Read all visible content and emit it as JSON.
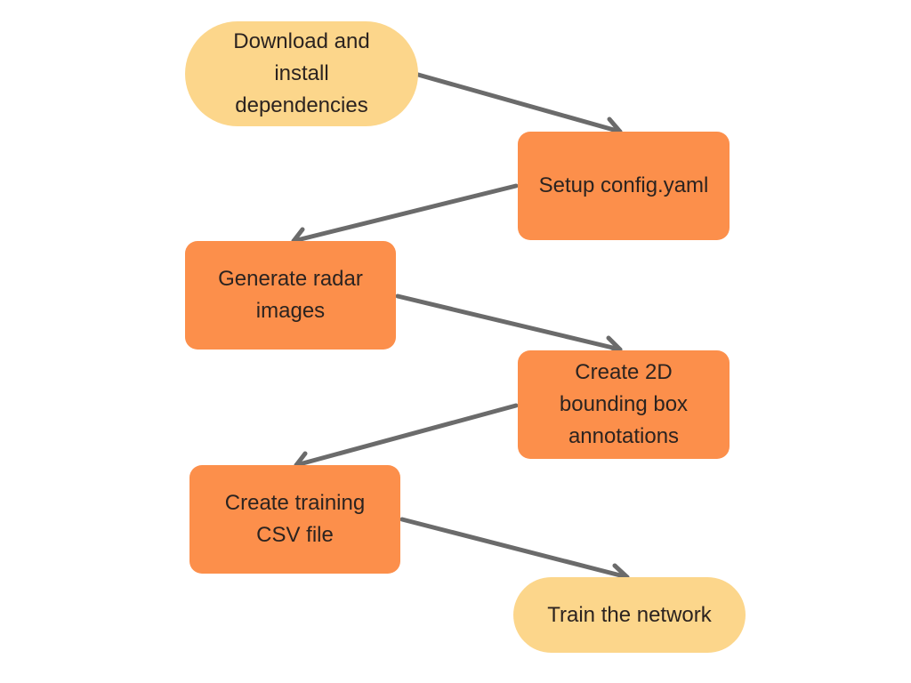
{
  "flowchart": {
    "nodes": [
      {
        "id": "download",
        "label": "Download and\ninstall\ndependencies",
        "shape": "terminal"
      },
      {
        "id": "setup",
        "label": "Setup config.yaml",
        "shape": "process"
      },
      {
        "id": "generate",
        "label": "Generate radar\nimages",
        "shape": "process"
      },
      {
        "id": "annotate",
        "label": "Create 2D\nbounding box\nannotations",
        "shape": "process"
      },
      {
        "id": "csv",
        "label": "Create training\nCSV file",
        "shape": "process"
      },
      {
        "id": "train",
        "label": "Train the network",
        "shape": "terminal"
      }
    ],
    "edges": [
      {
        "from": "download",
        "to": "setup"
      },
      {
        "from": "setup",
        "to": "generate"
      },
      {
        "from": "generate",
        "to": "annotate"
      },
      {
        "from": "annotate",
        "to": "csv"
      },
      {
        "from": "csv",
        "to": "train"
      }
    ]
  },
  "colors": {
    "terminal": "#fcd68b",
    "process": "#fc8f4b",
    "arrow": "#6b6b6b",
    "text": "#2b2320"
  }
}
